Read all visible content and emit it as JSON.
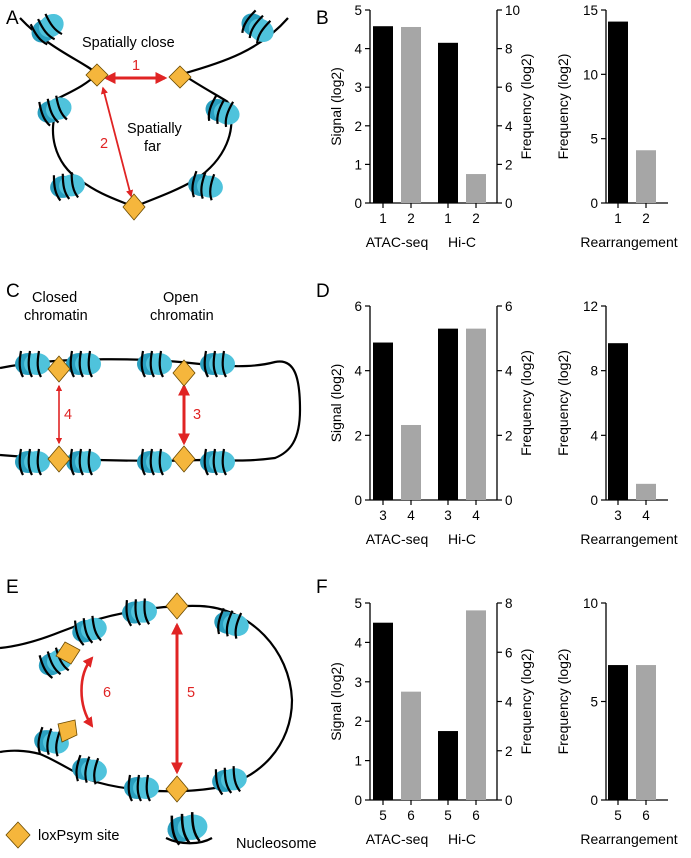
{
  "panels": {
    "a": "A",
    "b": "B",
    "c": "C",
    "d": "D",
    "e": "E",
    "f": "F"
  },
  "diagram_a": {
    "label_close": "Spatially close",
    "label_far_1": "Spatially",
    "label_far_2": "far",
    "pair_1": "1",
    "pair_2": "2"
  },
  "diagram_c": {
    "closed_1": "Closed",
    "closed_2": "chromatin",
    "open_1": "Open",
    "open_2": "chromatin",
    "pair_4": "4",
    "pair_3": "3"
  },
  "diagram_e": {
    "pair_6": "6",
    "pair_5": "5"
  },
  "legend": {
    "loxpsym": "loxPsym site",
    "nucleosome": "Nucleosome"
  },
  "colors": {
    "nucleosome": "#4fc3dc",
    "nucleosome_dark": "#2a9fbf",
    "loxpsym": "#f5b63c",
    "arrow": "#e02424",
    "bar_black": "#000000",
    "bar_gray": "#a6a6a6"
  },
  "chart_data": [
    {
      "type": "bar",
      "panel": "B",
      "ylabel_left": "Signal (log2)",
      "ylabel_right": "Frequency (log2)",
      "left_ylim": [
        0,
        5
      ],
      "left_ticks": [
        "0",
        "1",
        "2",
        "3",
        "4",
        "5"
      ],
      "right_ylim": [
        0,
        10
      ],
      "right_ticks": [
        "0",
        "2",
        "4",
        "6",
        "8",
        "10"
      ],
      "groups": [
        {
          "name": "ATAC-seq",
          "axis": "left",
          "categories": [
            "1",
            "2"
          ],
          "values": [
            4.58,
            4.56
          ]
        },
        {
          "name": "Hi-C",
          "axis": "right",
          "categories": [
            "1",
            "2"
          ],
          "values": [
            8.3,
            1.5
          ]
        }
      ],
      "rearrangement": {
        "name": "Rearrangement",
        "ylabel": "Frequency (log2)",
        "ylim": [
          0,
          15
        ],
        "ticks": [
          "0",
          "5",
          "10",
          "15"
        ],
        "categories": [
          "1",
          "2"
        ],
        "values": [
          14.1,
          4.1
        ]
      }
    },
    {
      "type": "bar",
      "panel": "D",
      "ylabel_left": "Signal (log2)",
      "ylabel_right": "Frequency (log2)",
      "left_ylim": [
        0,
        6
      ],
      "left_ticks": [
        "0",
        "2",
        "4",
        "6"
      ],
      "right_ylim": [
        0,
        6
      ],
      "right_ticks": [
        "0",
        "2",
        "4",
        "6"
      ],
      "groups": [
        {
          "name": "ATAC-seq",
          "axis": "left",
          "categories": [
            "3",
            "4"
          ],
          "values": [
            4.87,
            2.32
          ]
        },
        {
          "name": "Hi-C",
          "axis": "right",
          "categories": [
            "3",
            "4"
          ],
          "values": [
            5.3,
            5.3
          ]
        }
      ],
      "rearrangement": {
        "name": "Rearrangement",
        "ylabel": "Frequency (log2)",
        "ylim": [
          0,
          12
        ],
        "ticks": [
          "0",
          "4",
          "8",
          "12"
        ],
        "categories": [
          "3",
          "4"
        ],
        "values": [
          9.7,
          1.0
        ]
      }
    },
    {
      "type": "bar",
      "panel": "F",
      "ylabel_left": "Signal (log2)",
      "ylabel_right": "Frequency (log2)",
      "left_ylim": [
        0,
        5
      ],
      "left_ticks": [
        "0",
        "1",
        "2",
        "3",
        "4",
        "5"
      ],
      "right_ylim": [
        0,
        8
      ],
      "right_ticks": [
        "0",
        "2",
        "4",
        "6",
        "8"
      ],
      "groups": [
        {
          "name": "ATAC-seq",
          "axis": "left",
          "categories": [
            "5",
            "6"
          ],
          "values": [
            4.5,
            2.75
          ]
        },
        {
          "name": "Hi-C",
          "axis": "right",
          "categories": [
            "5",
            "6"
          ],
          "values": [
            2.8,
            7.7
          ]
        }
      ],
      "rearrangement": {
        "name": "Rearrangement",
        "ylabel": "Frequency (log2)",
        "ylim": [
          0,
          10
        ],
        "ticks": [
          "0",
          "5",
          "10"
        ],
        "categories": [
          "5",
          "6"
        ],
        "values": [
          6.85,
          6.85
        ]
      }
    }
  ]
}
